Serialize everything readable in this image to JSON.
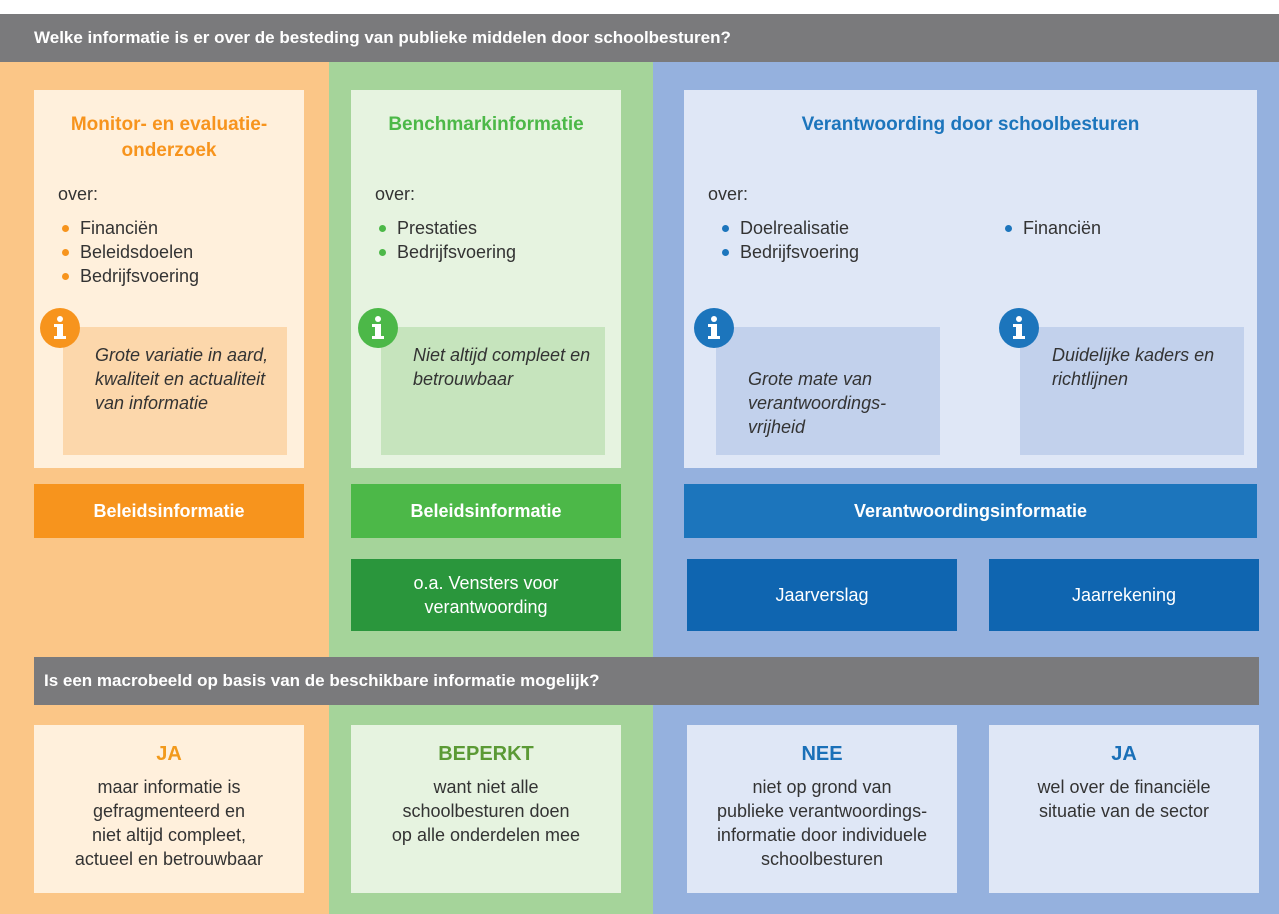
{
  "colors": {
    "orange": "#f7941d",
    "green": "#4cb848",
    "dark_green": "#2a963c",
    "blue": "#1c75bc",
    "dark_blue": "#0f65b0",
    "answer_orange": "#f29a1c",
    "answer_green": "#5b9a35",
    "answer_blue": "#1a70b8",
    "header_gray": "#7a7a7c"
  },
  "top_question": "Welke informatie is er over de besteding van publieke middelen door schoolbesturen?",
  "bottom_question": "Is een macrobeeld op basis van de beschikbare informatie mogelijk?",
  "columns": {
    "monitor": {
      "title": "Monitor- en evaluatie-\nonderzoek",
      "over": "over:",
      "items": [
        "Financiën",
        "Beleidsdoelen",
        "Bedrijfsvoering"
      ],
      "note": "Grote variatie in aard, kwaliteit en actualiteit van informatie",
      "note_icon": "info-icon",
      "label": "Beleidsinformatie",
      "answer_head": "JA",
      "answer_text": "maar informatie is\ngefragmenteerd en\nniet altijd compleet,\nactueel en betrouwbaar"
    },
    "benchmark": {
      "title": "Benchmarkinformatie",
      "over": "over:",
      "items": [
        "Prestaties",
        "Bedrijfsvoering"
      ],
      "note": "Niet altijd compleet en betrouwbaar",
      "note_icon": "info-icon",
      "label": "Beleidsinformatie",
      "sublabel": "o.a. Vensters voor\nverantwoording",
      "answer_head": "BEPERKT",
      "answer_text": "want niet alle\nschoolbesturen doen\nop alle onderdelen mee"
    },
    "verantwoording": {
      "title": "Verantwoording door schoolbesturen",
      "over": "over:",
      "items_left": [
        "Doelrealisatie",
        "Bedrijfsvoering"
      ],
      "items_right": [
        "Financiën"
      ],
      "note_left": "Grote mate van verantwoordings-\nvrijheid",
      "note_right": "Duidelijke kaders en richtlijnen",
      "note_icon": "info-icon",
      "label": "Verantwoordingsinformatie",
      "sub_left": "Jaarverslag",
      "sub_right": "Jaarrekening",
      "answer_left_head": "NEE",
      "answer_left_text": "niet op grond van\npublieke verantwoordings-\ninformatie door individuele\nschoolbesturen",
      "answer_right_head": "JA",
      "answer_right_text": "wel over de financiële\nsituatie van de sector"
    }
  }
}
